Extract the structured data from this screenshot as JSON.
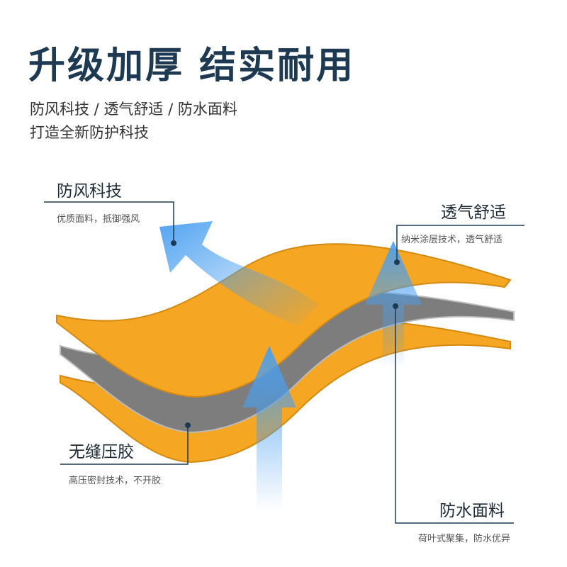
{
  "title": "升级加厚 结实耐用",
  "subtitle_line1": "防风科技 / 透气舒适 / 防水面料",
  "subtitle_line2": "打造全新防护科技",
  "features": [
    {
      "label": "防风科技",
      "desc": "优质面料，抵御强风"
    },
    {
      "label": "透气舒适",
      "desc": "纳米涂层技术，透气舒适"
    },
    {
      "label": "无缝压胶",
      "desc": "高压密封技术，不开胶"
    },
    {
      "label": "防水面料",
      "desc": "荷叶式聚集，防水优异"
    }
  ],
  "colors": {
    "title": "#1e3a52",
    "orange": "#f5a623",
    "gray": "#7a7a7a",
    "arrow": "#4a9ff0"
  }
}
